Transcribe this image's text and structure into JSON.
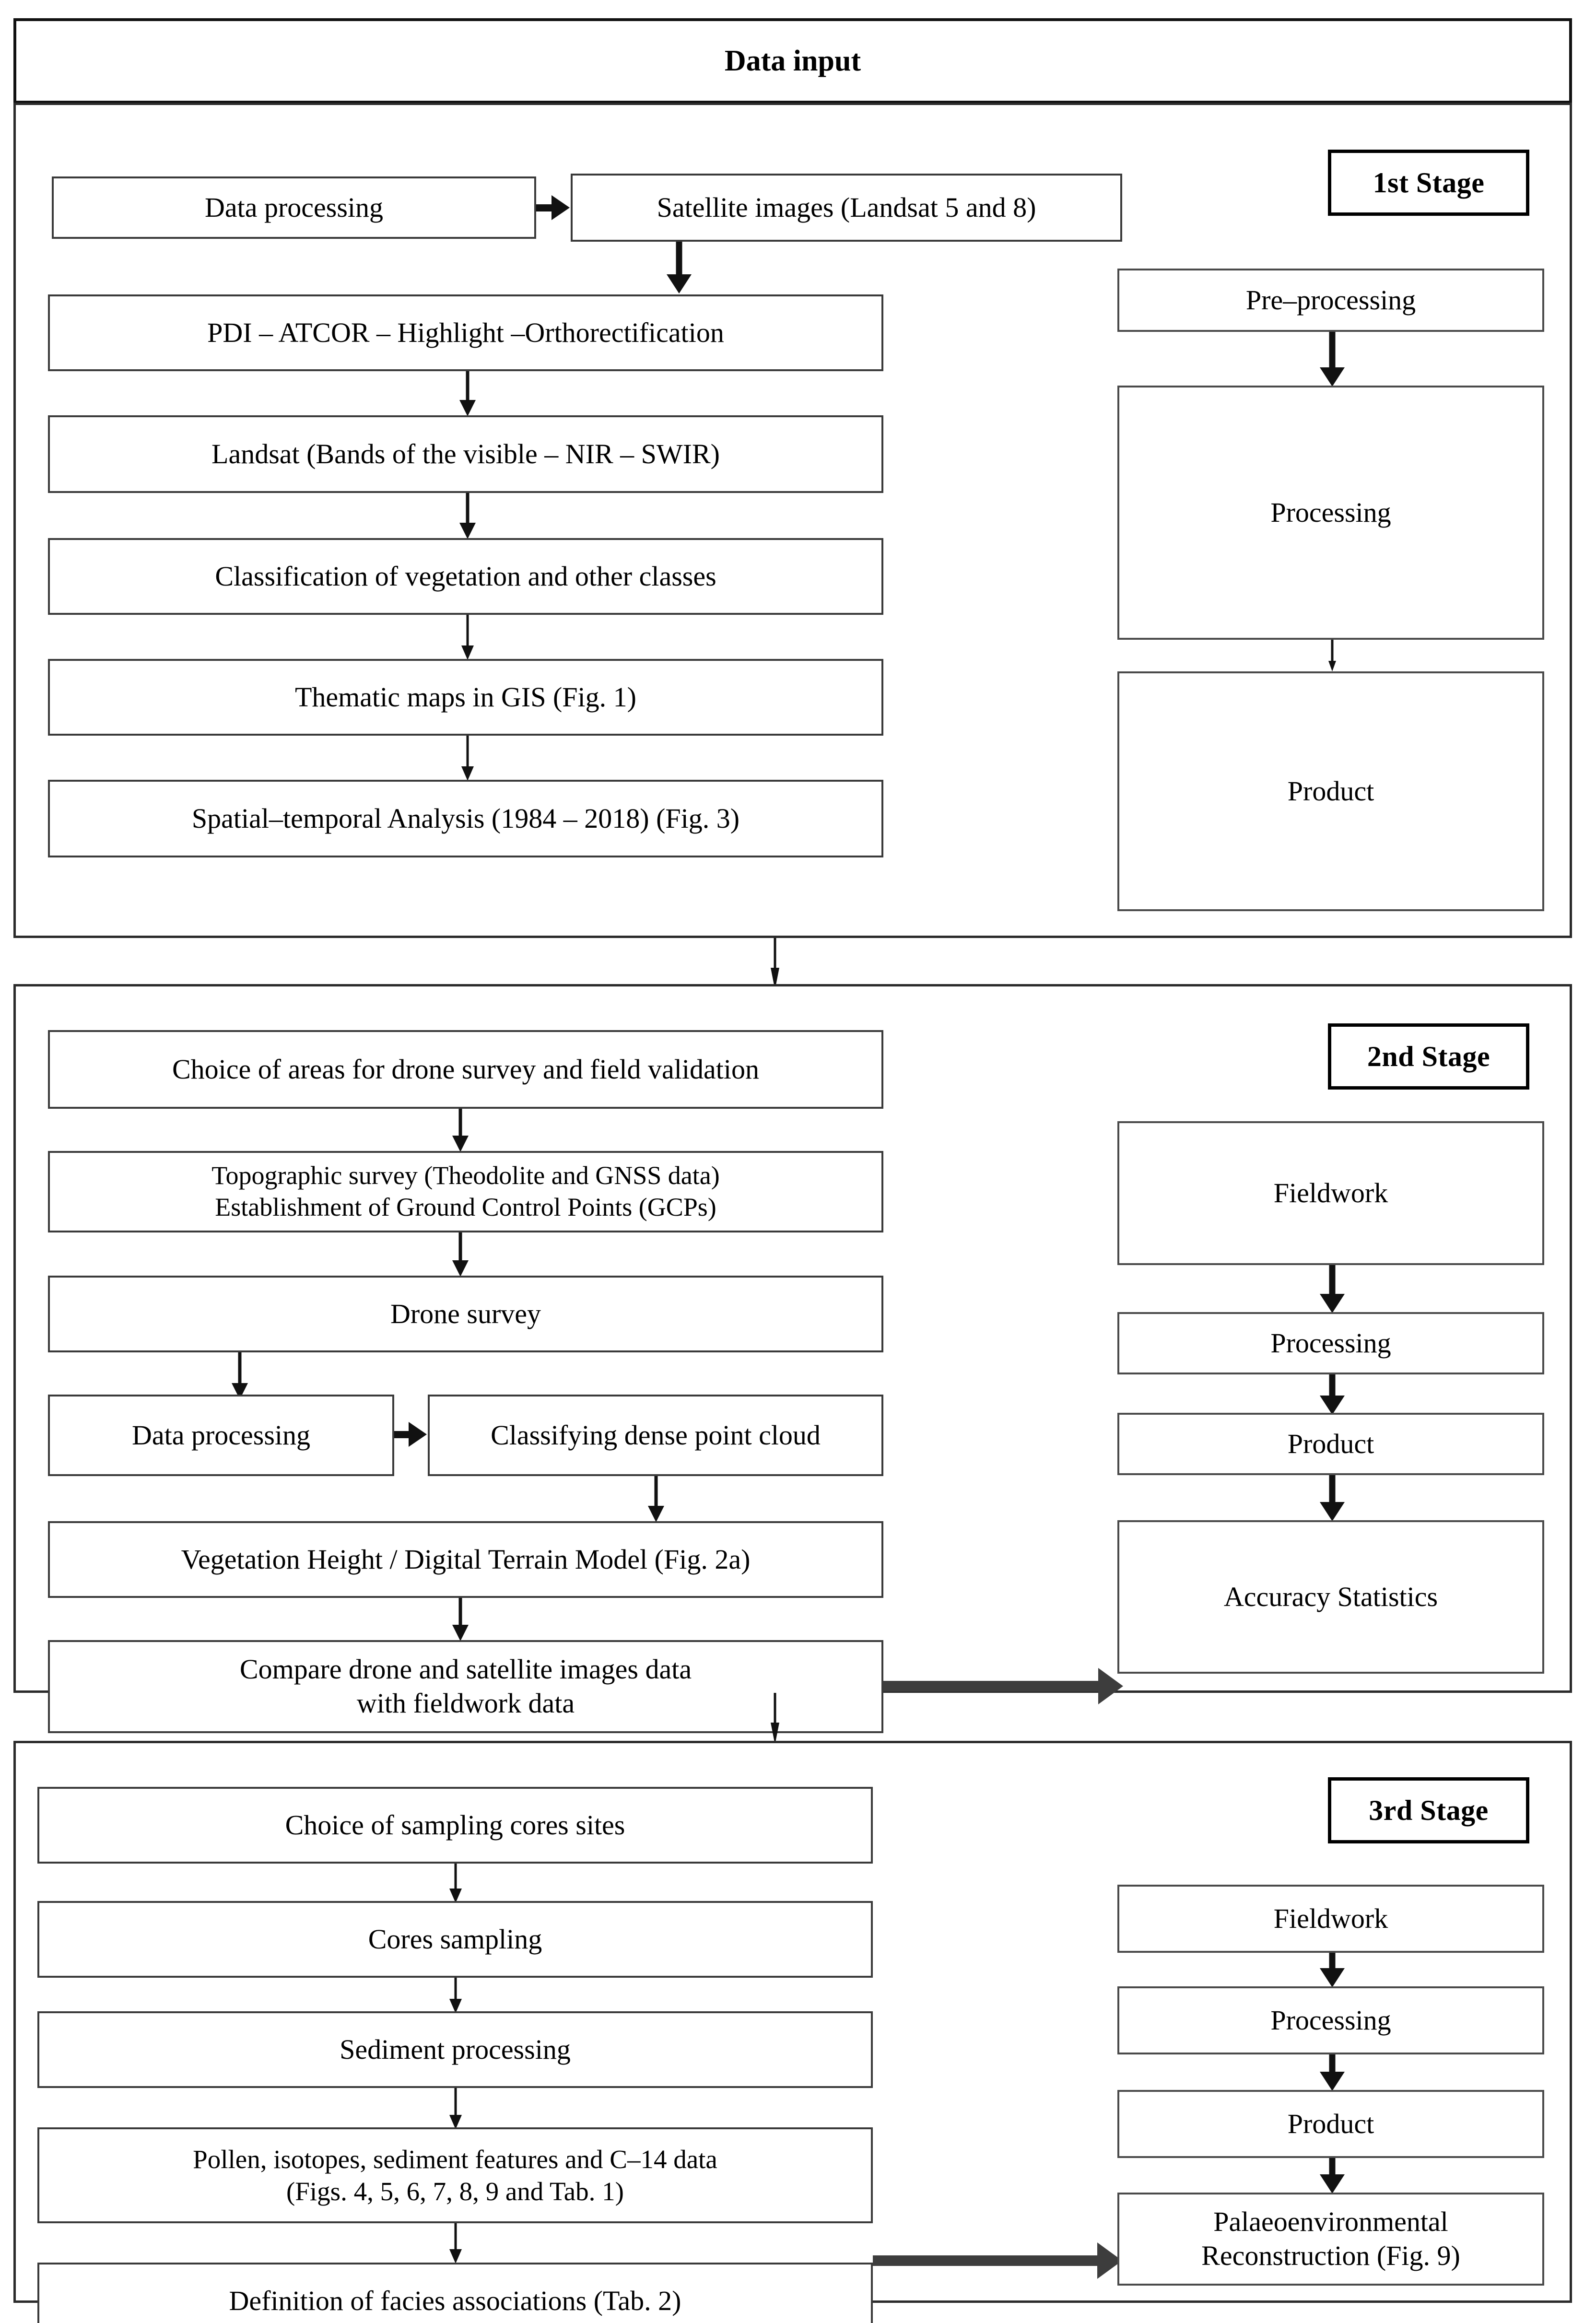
{
  "header": {
    "title": "Data input"
  },
  "stages": [
    {
      "badge": "1st Stage",
      "left_nodes": [
        {
          "id": "s1-data-processing",
          "label": "Data processing"
        },
        {
          "id": "s1-satellite-images",
          "label": "Satellite images (Landsat 5 and 8)"
        },
        {
          "id": "s1-pdi-atcor",
          "label": "PDI – ATCOR – Highlight –Orthorectification"
        },
        {
          "id": "s1-landsat-bands",
          "label": "Landsat (Bands of the visible – NIR – SWIR)"
        },
        {
          "id": "s1-classification",
          "label": "Classification of vegetation and other classes"
        },
        {
          "id": "s1-thematic-maps",
          "label": "Thematic maps in GIS (Fig. 1)"
        },
        {
          "id": "s1-spatial-temporal",
          "label": "Spatial–temporal Analysis (1984 – 2018) (Fig. 3)"
        }
      ],
      "right_nodes": [
        {
          "id": "s1-pre-processing",
          "label": "Pre–processing"
        },
        {
          "id": "s1-processing",
          "label": "Processing"
        },
        {
          "id": "s1-product",
          "label": "Product"
        }
      ]
    },
    {
      "badge": "2nd Stage",
      "left_nodes": [
        {
          "id": "s2-choice-areas",
          "label": "Choice of areas for drone survey and field validation"
        },
        {
          "id": "s2-topographic-survey",
          "label": "Topographic survey (Theodolite and GNSS data)\nEstablishment of Ground Control Points (GCPs)"
        },
        {
          "id": "s2-drone-survey",
          "label": "Drone survey"
        },
        {
          "id": "s2-data-processing",
          "label": "Data processing"
        },
        {
          "id": "s2-classifying-cloud",
          "label": "Classifying dense point cloud"
        },
        {
          "id": "s2-vegetation-height",
          "label": "Vegetation Height / Digital Terrain Model (Fig. 2a)"
        },
        {
          "id": "s2-compare-data",
          "label": "Compare drone and satellite images data\nwith fieldwork data"
        }
      ],
      "right_nodes": [
        {
          "id": "s2-fieldwork",
          "label": "Fieldwork"
        },
        {
          "id": "s2-processing",
          "label": "Processing"
        },
        {
          "id": "s2-product",
          "label": "Product"
        },
        {
          "id": "s2-accuracy-statistics",
          "label": "Accuracy Statistics"
        }
      ]
    },
    {
      "badge": "3rd Stage",
      "left_nodes": [
        {
          "id": "s3-choice-cores",
          "label": "Choice of sampling cores sites"
        },
        {
          "id": "s3-cores-sampling",
          "label": "Cores sampling"
        },
        {
          "id": "s3-sediment-processing",
          "label": "Sediment processing"
        },
        {
          "id": "s3-pollen-isotopes",
          "label": "Pollen, isotopes, sediment features and C–14 data\n(Figs. 4, 5, 6, 7, 8, 9 and Tab. 1)"
        },
        {
          "id": "s3-facies-associations",
          "label": "Definition of facies associations (Tab. 2)"
        }
      ],
      "right_nodes": [
        {
          "id": "s3-fieldwork",
          "label": "Fieldwork"
        },
        {
          "id": "s3-processing",
          "label": "Processing"
        },
        {
          "id": "s3-product",
          "label": "Product"
        },
        {
          "id": "s3-palaeo-reconstruction",
          "label": "Palaeoenvironmental\nReconstruction (Fig. 9)"
        }
      ]
    }
  ],
  "colors": {
    "box_border": "#3a3a3a",
    "frame_border": "#2b2b2b",
    "badge_border": "#000000",
    "arrow": "#111111",
    "thick_arrow": "#3d3d3d",
    "background": "#ffffff",
    "text": "#000000"
  }
}
